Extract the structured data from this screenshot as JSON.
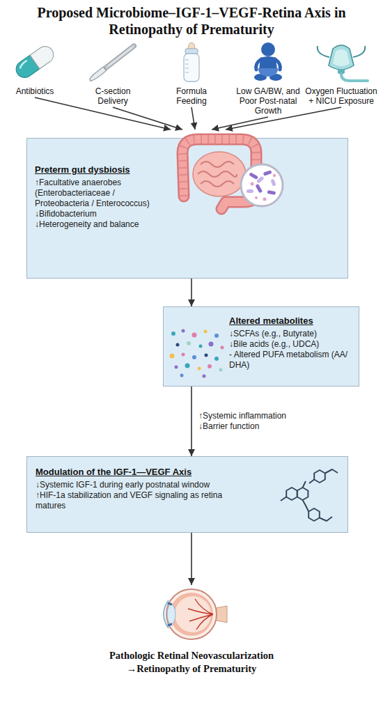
{
  "diagram": {
    "title": "Proposed Microbiome–IGF-1–VEGF-Retina Axis in Retinopathy of Prematurity",
    "nodes": [
      {
        "text": [
          "Antibiotics"
        ]
      },
      {
        "text": [
          "C-section Delivery"
        ]
      },
      {
        "text": [
          "Formula Feeding"
        ]
      },
      {
        "text": [
          "Low GA/BW, and Poor Post-natal Growth"
        ]
      },
      {
        "text": [
          "Oxygen Fluctuation + NICU Exposure"
        ]
      },
      {
        "text": [
          "Preterm gut dysbiosis",
          "↑Facultative anaerobes (Enterobacteriaceae / Proteobacteria / Enterococcus)",
          "↓Bifidobacterium",
          "↓Heterogeneity and balance"
        ]
      },
      {
        "text": [
          "Altered metabolites",
          "↓SCFAs (e.g., Butyrate)",
          "↓Bile acids (e.g., UDCA)",
          "- Altered PUFA metabolism (AA/ DHA)"
        ]
      },
      {
        "text": [
          "Modulation of the IGF-1—VEGF Axis",
          "↓Systemic IGF-1 during early postnatal window",
          "↑HIF-1a stabilization and VEGF signaling as retina matures"
        ]
      },
      {
        "text": [
          "Pathologic Retinal Neovascularization →Retinopathy of Prematurity"
        ]
      }
    ],
    "edges": [
      {
        "from": 0,
        "to": 5,
        "arrow": "to"
      },
      {
        "from": 1,
        "to": 5,
        "arrow": "to"
      },
      {
        "from": 2,
        "to": 5,
        "arrow": "to"
      },
      {
        "from": 3,
        "to": 5,
        "arrow": "to"
      },
      {
        "from": 4,
        "to": 5,
        "arrow": "to"
      },
      {
        "from": 5,
        "to": 6,
        "arrow": "to"
      },
      {
        "from": 6,
        "to": 7,
        "label": "↑Systemic inflammation ↓Barrier function",
        "arrow": "to"
      },
      {
        "from": 7,
        "to": 8,
        "arrow": "to"
      }
    ]
  }
}
